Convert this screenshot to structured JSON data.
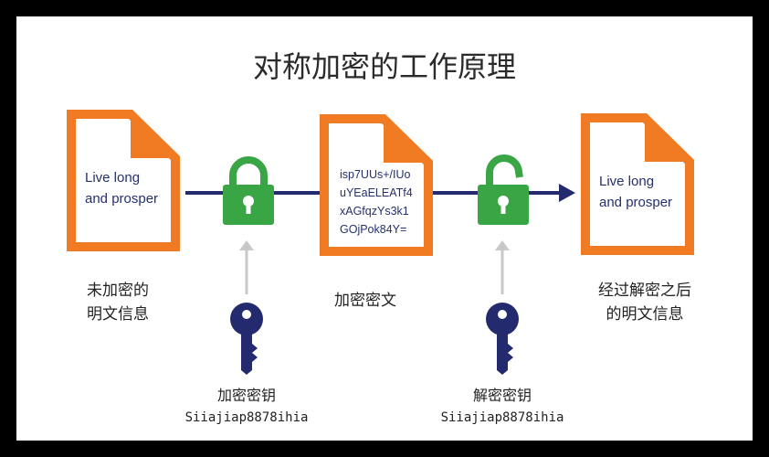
{
  "title": "对称加密的工作原理",
  "documents": {
    "plain": [
      "Live long",
      "and prosper"
    ],
    "cipher": [
      "isp7UUs+/IUo",
      "uYEaELEATf4",
      "xAGfqzYs3k1",
      "GOjPok84Y="
    ],
    "decrypted": [
      "Live long",
      "and prosper"
    ]
  },
  "labels": {
    "plain": [
      "未加密的",
      "明文信息"
    ],
    "cipher": "加密密文",
    "decrypted": [
      "经过解密之后",
      "的明文信息"
    ]
  },
  "keys": {
    "encrypt": {
      "title": "加密密钥",
      "value": "Siiajiap8878ihia"
    },
    "decrypt": {
      "title": "解密密钥",
      "value": "Siiajiap8878ihia"
    }
  },
  "colors": {
    "doc_border": "#f07b22",
    "arrow": "#232a6e",
    "lock": "#3aa545",
    "key": "#232a6e",
    "small_arrow": "#c8c8c8"
  },
  "icons": {
    "lock_closed": "lock-closed-icon",
    "lock_open": "lock-open-icon",
    "key": "key-icon"
  }
}
